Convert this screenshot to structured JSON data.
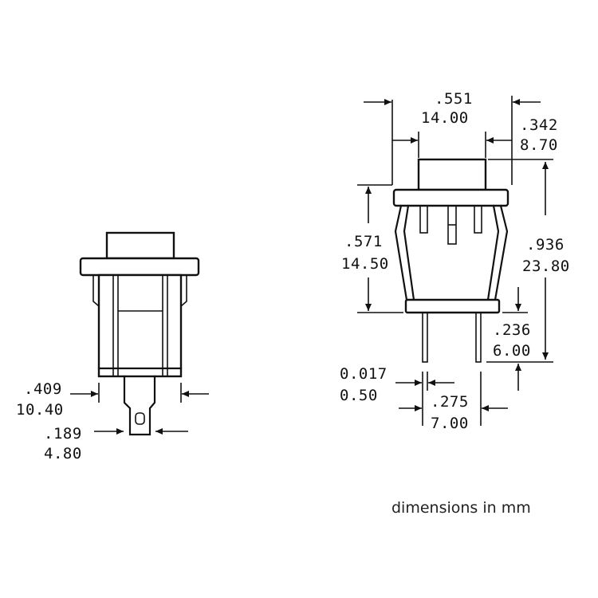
{
  "dimensions": {
    "body_width": {
      "in": ".409",
      "mm": "10.40"
    },
    "terminal_width": {
      "in": ".189",
      "mm": "4.80"
    },
    "cap_width": {
      "in": ".551",
      "mm": "14.00"
    },
    "cap_height": {
      "in": ".342",
      "mm": "8.70"
    },
    "body_height": {
      "in": ".571",
      "mm": "14.50"
    },
    "overall_height": {
      "in": ".936",
      "mm": "23.80"
    },
    "pin_length": {
      "in": ".236",
      "mm": "6.00"
    },
    "pin_thickness": {
      "in": "0.017",
      "mm": "0.50"
    },
    "pin_spacing": {
      "in": ".275",
      "mm": "7.00"
    }
  },
  "note": "dimensions in mm"
}
